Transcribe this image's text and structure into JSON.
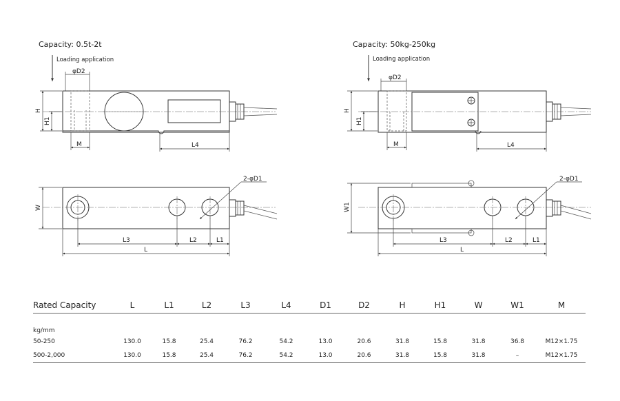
{
  "drawings": {
    "left": {
      "capacity": "Capacity: 0.5t-2t",
      "loading": "Loading application",
      "labels": {
        "d2": "φD2",
        "h": "H",
        "h1": "H1",
        "m": "M",
        "l4": "L4",
        "d1": "2-φD1",
        "w": "W",
        "l3": "L3",
        "l2": "L2",
        "l1": "L1",
        "l": "L"
      }
    },
    "right": {
      "capacity": "Capacity: 50kg-250kg",
      "loading": "Loading application",
      "labels": {
        "d2": "φD2",
        "h": "H",
        "h1": "H1",
        "m": "M",
        "l4": "L4",
        "d1": "2-φD1",
        "w1": "W1",
        "l3": "L3",
        "l2": "L2",
        "l1": "L1",
        "l": "L"
      }
    }
  },
  "table": {
    "headers": [
      "Rated Capacity",
      "L",
      "L1",
      "L2",
      "L3",
      "L4",
      "D1",
      "D2",
      "H",
      "H1",
      "W",
      "W1",
      "M"
    ],
    "unit": "kg/mm",
    "rows": [
      [
        "50-250",
        "130.0",
        "15.8",
        "25.4",
        "76.2",
        "54.2",
        "13.0",
        "20.6",
        "31.8",
        "15.8",
        "31.8",
        "36.8",
        "M12×1.75"
      ],
      [
        "500-2,000",
        "130.0",
        "15.8",
        "25.4",
        "76.2",
        "54.2",
        "13.0",
        "20.6",
        "31.8",
        "15.8",
        "31.8",
        "–",
        "M12×1.75"
      ]
    ]
  }
}
